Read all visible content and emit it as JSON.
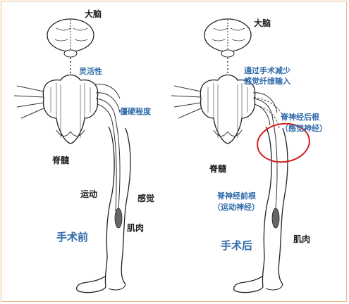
{
  "panels": {
    "before": {
      "brain": "大脑",
      "spinal_cord": "脊髓",
      "motor": "运动",
      "sensory": "感觉",
      "muscle": "肌肉",
      "flexibility": "灵活性",
      "stiffness": "僵硬程度",
      "caption": "手术前"
    },
    "after": {
      "brain": "大脑",
      "spinal_cord": "脊髓",
      "surgery_note_1": "通过手术减少",
      "surgery_note_2": "感觉纤维输入",
      "dorsal_root_1": "脊神经后根",
      "dorsal_root_2": "（感觉神经）",
      "ventral_root_1": "脊神经前根",
      "ventral_root_2": "（运动神经）",
      "muscle": "肌肉",
      "caption": "手术后"
    }
  },
  "colors": {
    "label_blue": "#2f6aa9",
    "highlight_circle": "#d42020",
    "line": "#2a2a2a"
  }
}
